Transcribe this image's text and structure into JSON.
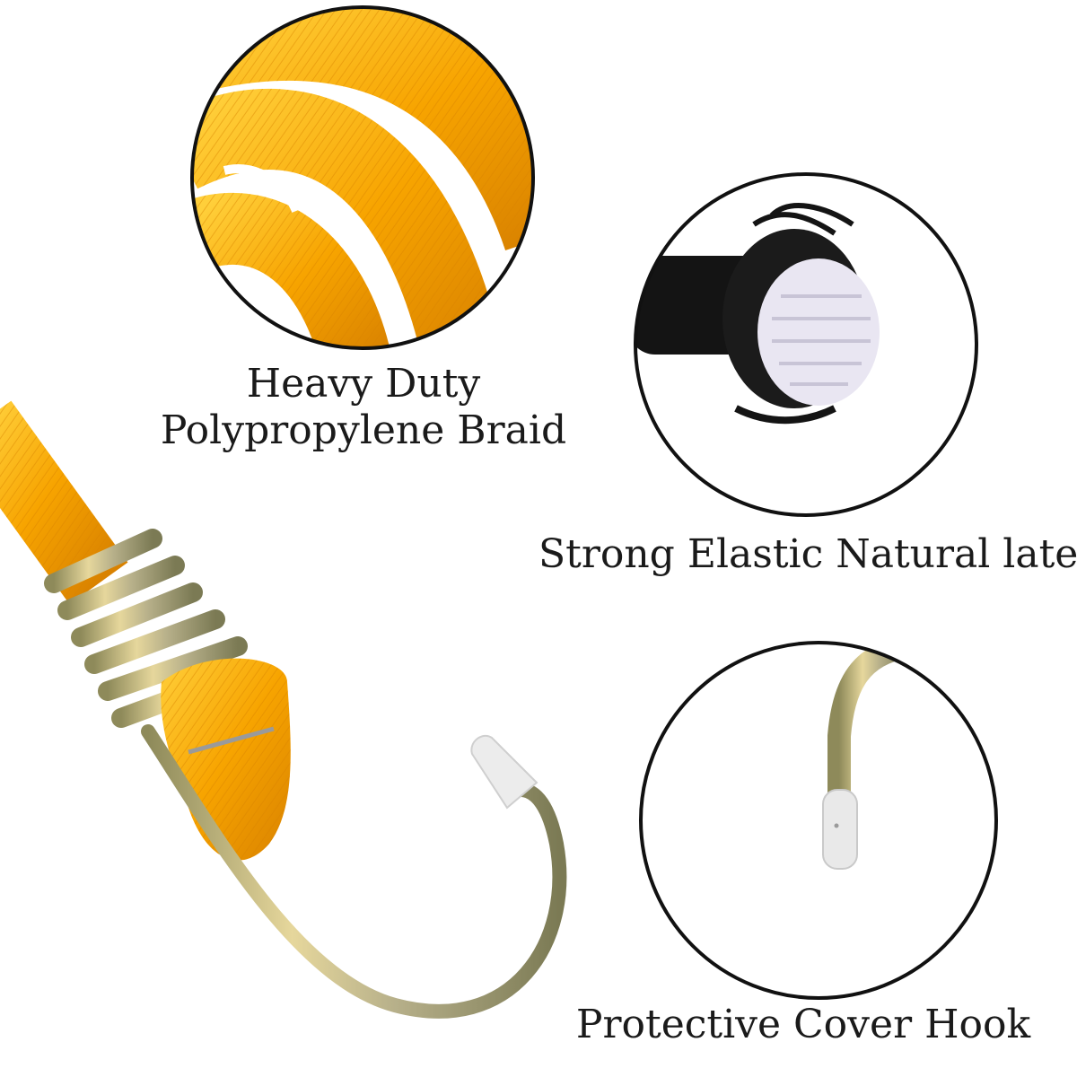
{
  "captions": {
    "braid_line1": "Heavy Duty",
    "braid_line2": "Polypropylene Braid",
    "latex": "Strong Elastic Natural latex",
    "hook": "Protective Cover Hook"
  },
  "colors": {
    "cord_orange": "#f7a400",
    "cord_dark": "#d98200",
    "cord_light": "#ffcf3a",
    "metal": "#b9a96a",
    "outline": "#111111",
    "latex_white": "#e9e6f2",
    "latex_black": "#141414"
  },
  "icons": {
    "braid_detail": "orange-braided-cord",
    "latex_detail": "cut-cord-latex-core",
    "hook_detail": "coated-hook-tip",
    "main_product": "bungee-cord-with-metal-hook"
  }
}
